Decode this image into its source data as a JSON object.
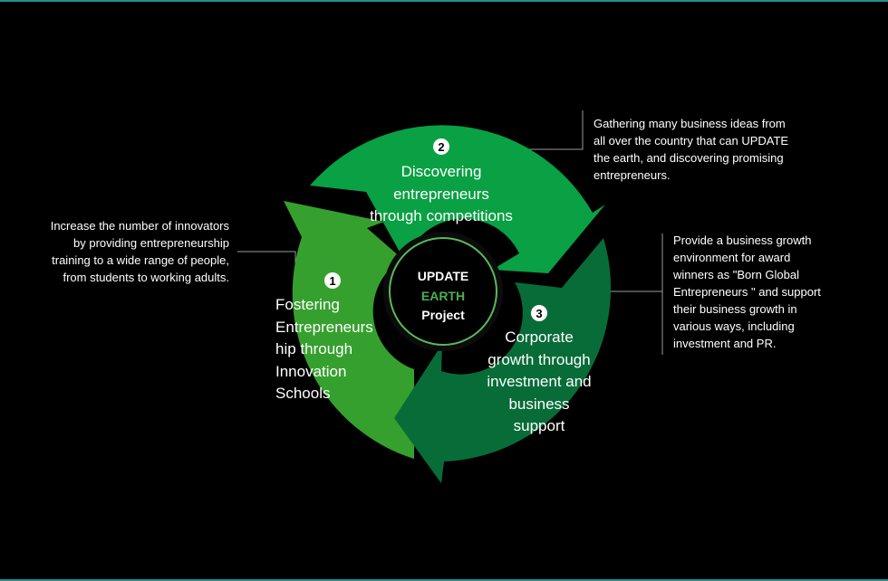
{
  "center": {
    "line1": "UPDATE",
    "line2": "EARTH",
    "line3": "Project",
    "accent_color": "#4caf50"
  },
  "steps": [
    {
      "number": "1",
      "label_lines": [
        "Fostering",
        "Entrepreneurs",
        "hip through",
        "Innovation",
        "Schools"
      ],
      "color": "#36a02e",
      "description_lines": [
        "Increase the number of innovators",
        "by providing entrepreneurship",
        "training to a wide range of people,",
        "from students to working adults."
      ]
    },
    {
      "number": "2",
      "label_lines": [
        "Discovering",
        "entrepreneurs",
        "through competitions"
      ],
      "color": "#0aa044",
      "description_lines": [
        "Gathering many business ideas from",
        "all over the country that can UPDATE",
        "the earth, and discovering promising",
        "entrepreneurs."
      ]
    },
    {
      "number": "3",
      "label_lines": [
        "Corporate",
        "growth through",
        "investment and",
        "business",
        "support"
      ],
      "color": "#086c38",
      "description_lines": [
        "Provide a business growth",
        "environment for award",
        "winners as \"Born Global",
        "Entrepreneurs \" and support",
        "their business growth in",
        "various ways, including",
        "investment and PR."
      ]
    }
  ]
}
